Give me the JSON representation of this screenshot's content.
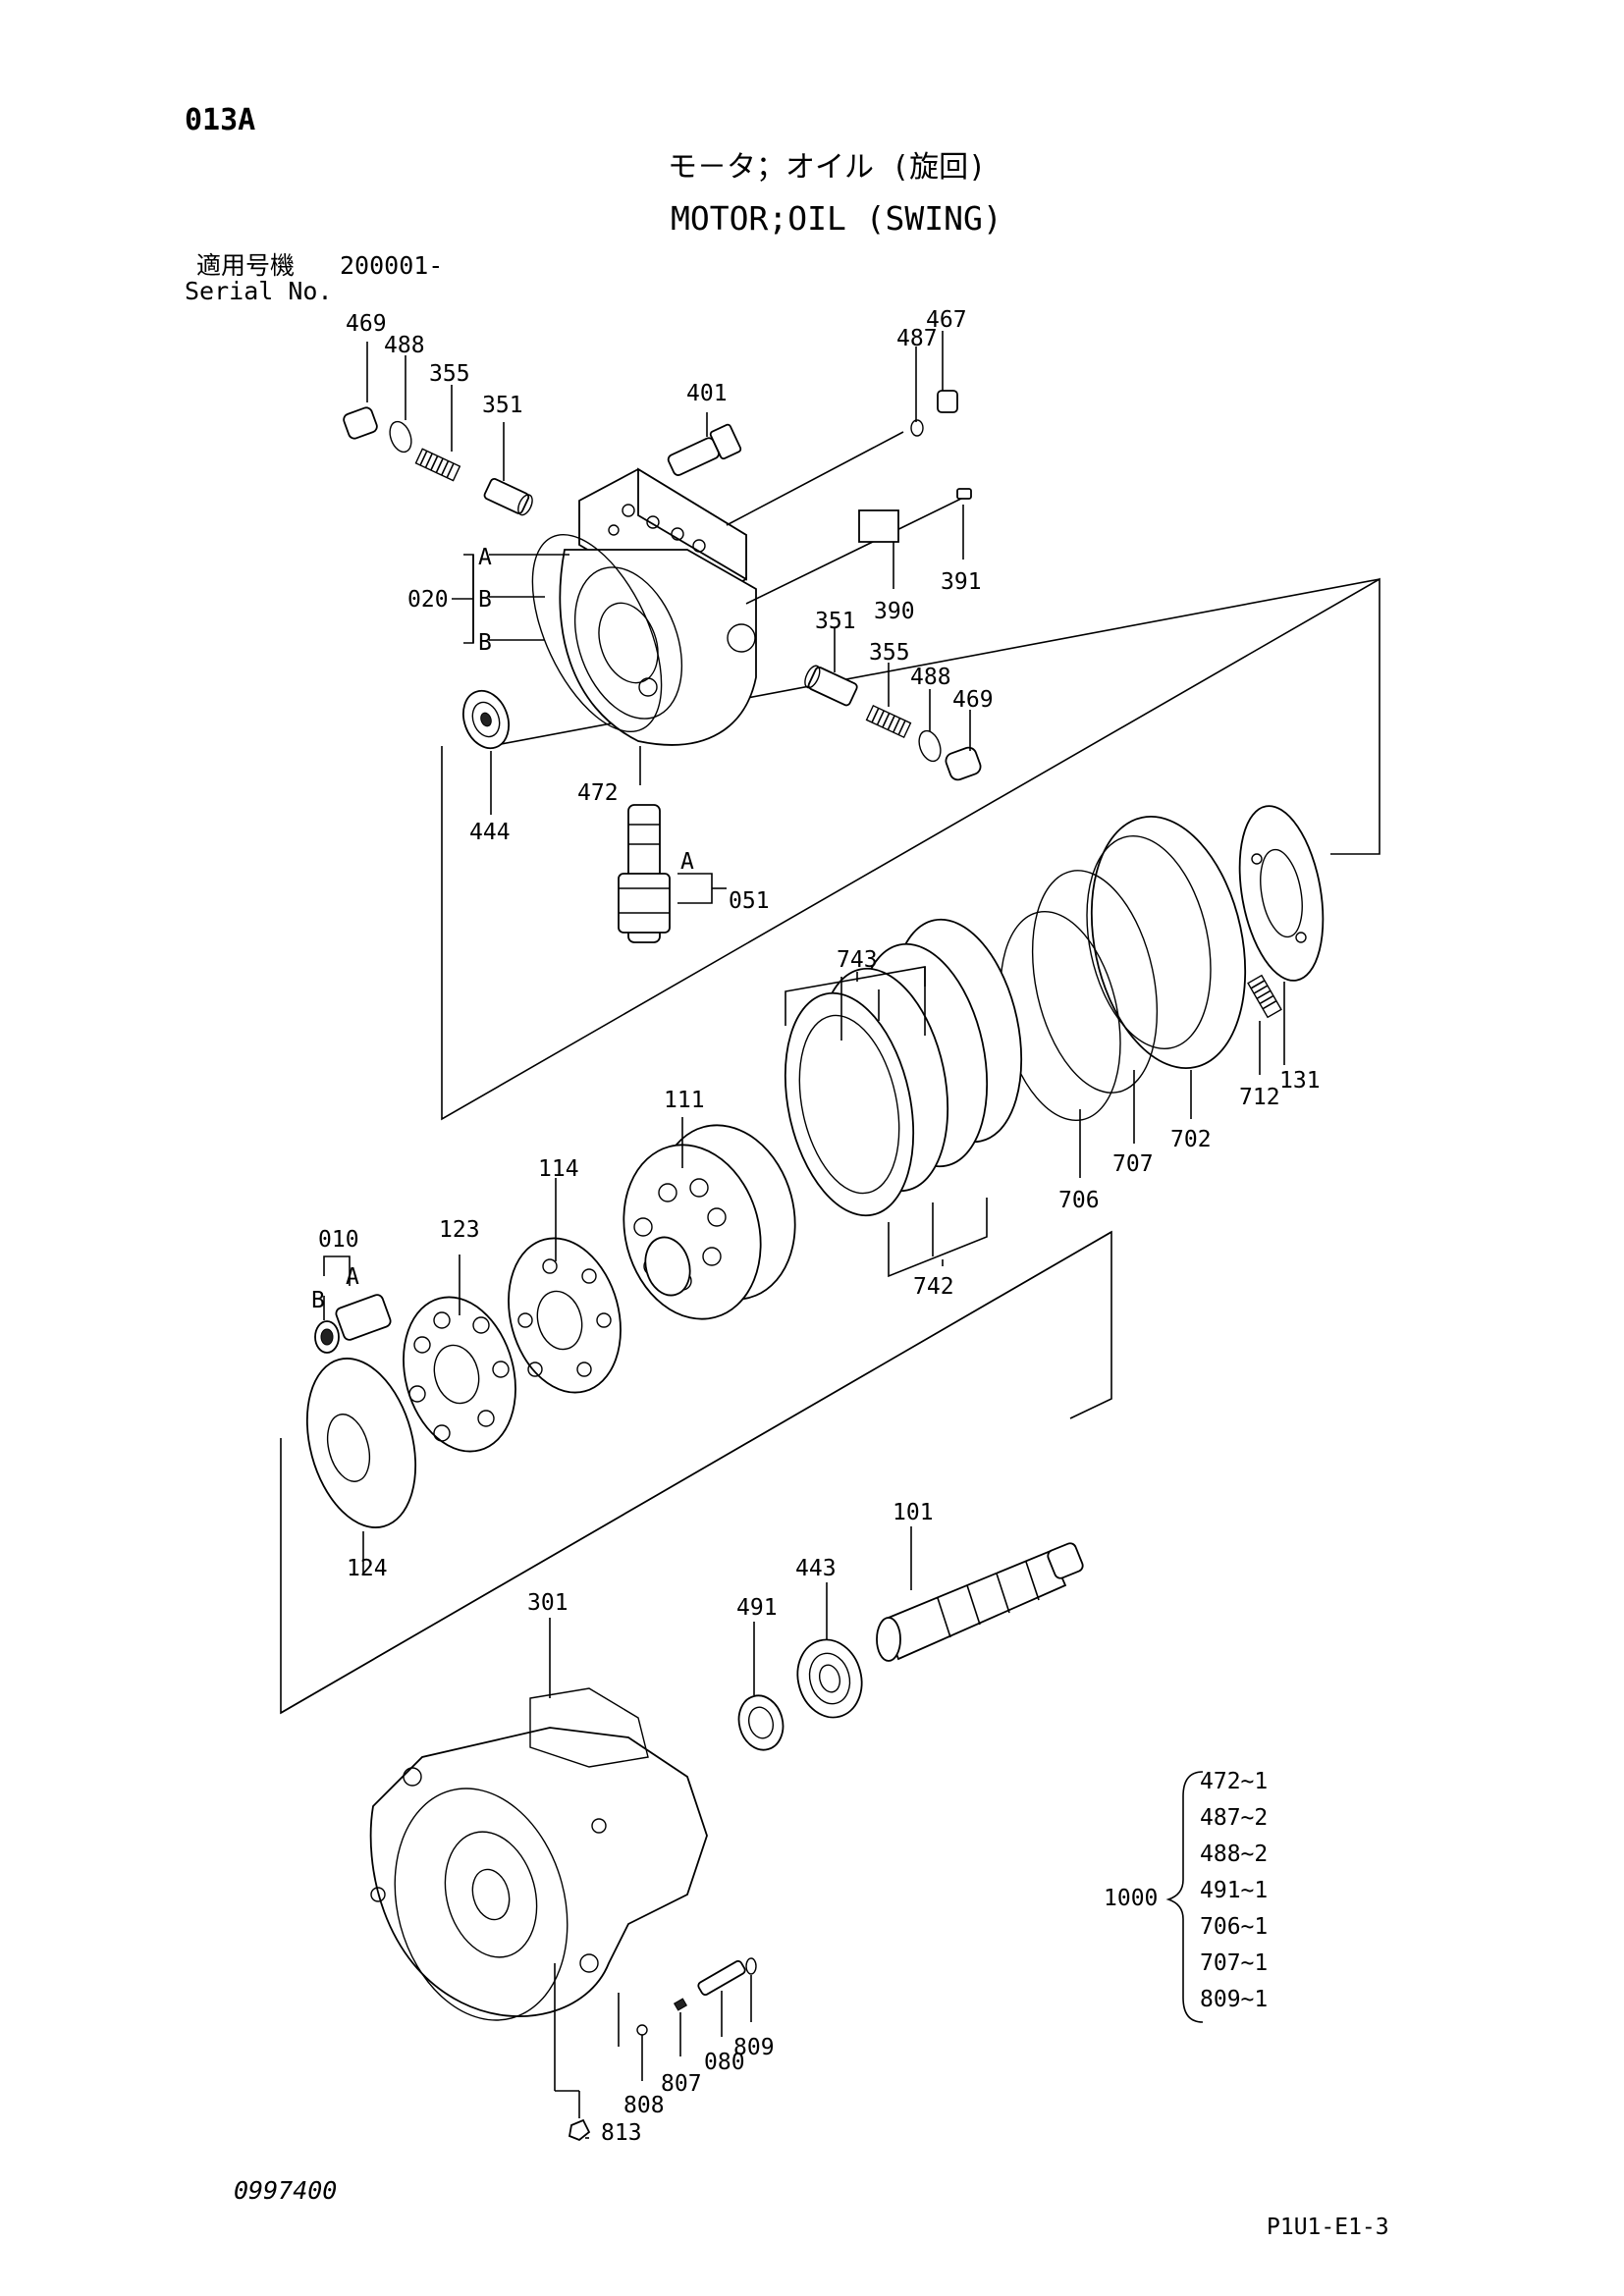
{
  "header": {
    "page_code": "013A",
    "title_jp": "モ－タ；オイル (旋回)",
    "title_en": "MOTOR;OIL (SWING)",
    "applicable_label": "適用号機",
    "serial_label": "Serial No.",
    "serial_value": "200001-"
  },
  "callouts": {
    "c469a": "469",
    "c488a": "488",
    "c355a": "355",
    "c351a": "351",
    "c401": "401",
    "c487": "487",
    "c467": "467",
    "c391": "391",
    "c390": "390",
    "c020": "020",
    "cA1": "A",
    "cB1": "B",
    "cB2": "B",
    "c351b": "351",
    "c355b": "355",
    "c488b": "488",
    "c469b": "469",
    "c472": "472",
    "c444": "444",
    "c051": "051",
    "cA2": "A",
    "c743": "743",
    "c742": "742",
    "c706": "706",
    "c707": "707",
    "c702": "702",
    "c712": "712",
    "c131": "131",
    "c111": "111",
    "c114": "114",
    "c123": "123",
    "c010": "010",
    "cA3": "A",
    "cB3": "B",
    "c124": "124",
    "c101": "101",
    "c443": "443",
    "c491": "491",
    "c301": "301",
    "c809": "809",
    "c080": "080",
    "c807": "807",
    "c808": "808",
    "c813": "813"
  },
  "kit": {
    "number": "1000",
    "items": [
      "472~1",
      "487~2",
      "488~2",
      "491~1",
      "706~1",
      "707~1",
      "809~1"
    ]
  },
  "footer": {
    "doc_number": "0997400",
    "page_ref": "P1U1-E1-3"
  }
}
